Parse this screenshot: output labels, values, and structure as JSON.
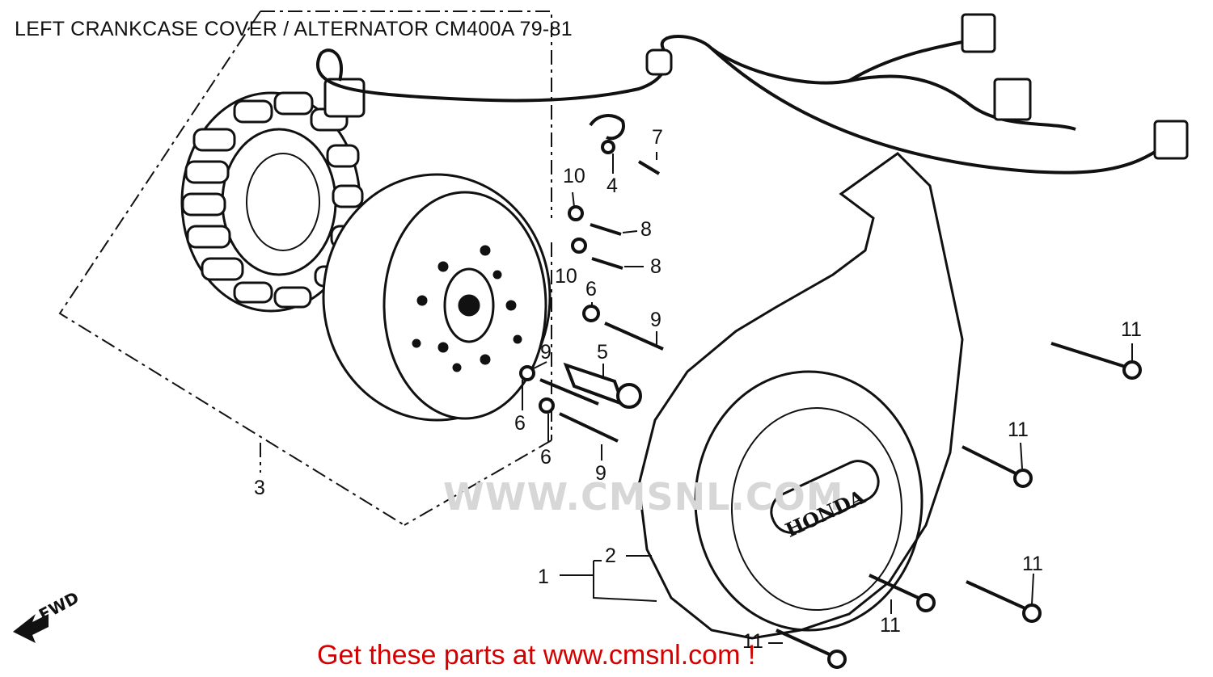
{
  "title": "LEFT CRANKCASE COVER /  ALTERNATOR CM400A 79-81",
  "footer": "Get these parts at www.cmsnl.com !",
  "watermark": "WWW.CMSNL.COM",
  "fwd_label": "FWD",
  "cover_logo": "HONDA",
  "callouts": {
    "c1": "1",
    "c2": "2",
    "c3": "3",
    "c4": "4",
    "c5": "5",
    "c6a": "6",
    "c6b": "6",
    "c6c": "6",
    "c7": "7",
    "c8a": "8",
    "c8b": "8",
    "c9a": "9",
    "c9b": "9",
    "c9c": "9",
    "c10a": "10",
    "c10b": "10",
    "c11a": "11",
    "c11b": "11",
    "c11c": "11",
    "c11d": "11",
    "c11e": "11"
  },
  "colors": {
    "line": "#111111",
    "footer": "#d40000",
    "watermark": "#d7d7d7"
  }
}
